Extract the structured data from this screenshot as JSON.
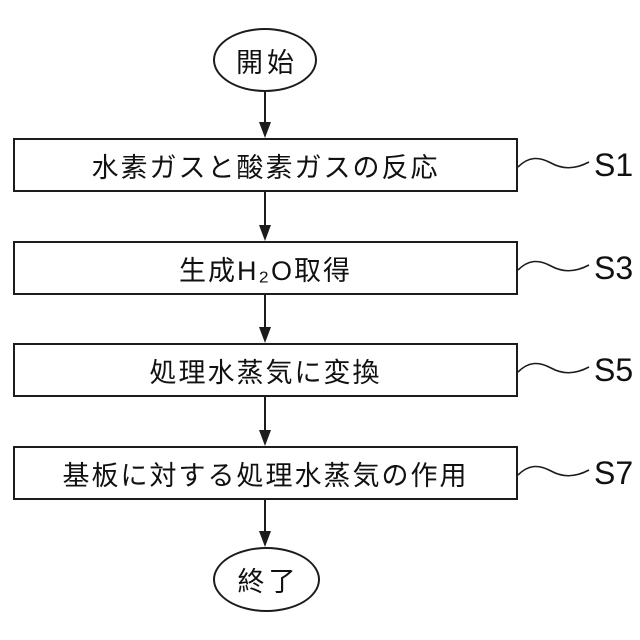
{
  "flowchart": {
    "start_label": "開始",
    "end_label": "終了",
    "steps": [
      {
        "label": "水素ガスと酸素ガスの反応",
        "ref": "S1"
      },
      {
        "label": "生成H₂O取得",
        "ref": "S3"
      },
      {
        "label": "処理水蒸気に変換",
        "ref": "S5"
      },
      {
        "label": "基板に対する処理水蒸気の作用",
        "ref": "S7"
      }
    ],
    "colors": {
      "line": "#1c1c1c",
      "background": "#ffffff",
      "text": "#111111"
    }
  }
}
